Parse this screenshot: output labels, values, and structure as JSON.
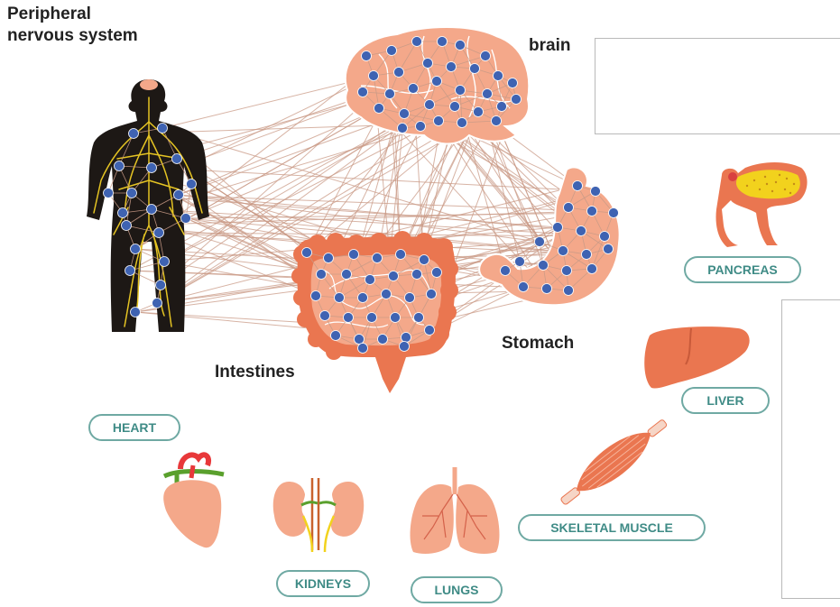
{
  "labels": {
    "peripheral_line1": "Peripheral",
    "peripheral_line2": "nervous system",
    "brain": "brain",
    "intestines": "Intestines",
    "stomach": "Stomach"
  },
  "organ_tags": {
    "pancreas": "PANCREAS",
    "liver": "LIVER",
    "heart": "HEART",
    "kidneys": "KIDNEYS",
    "lungs": "LUNGS",
    "skeletal_muscle": "SKELETAL MUSCLE"
  },
  "colors": {
    "tissue": "#f4a88a",
    "organ": "#ea7650",
    "node": "#3f63b2",
    "link": "#c99a86",
    "nerve": "#e5c423",
    "body": "#1d1815",
    "tag_border": "#6fa9a3",
    "tag_text": "#3f8b86",
    "panel_border": "#b9b9b9"
  },
  "icons": [
    "human-body-nerves-icon",
    "brain-icon",
    "stomach-icon",
    "intestines-icon",
    "pancreas-icon",
    "liver-icon",
    "heart-icon",
    "kidneys-icon",
    "lungs-icon",
    "skeletal-muscle-icon"
  ]
}
